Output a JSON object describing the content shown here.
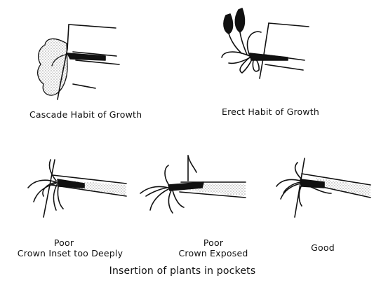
{
  "labels": {
    "cascade": "Cascade Habit of Growth",
    "erect": "Erect Habit of Growth",
    "poor1_line1": "Poor",
    "poor1_line2": "Crown Inset too Deeply",
    "poor2_line1": "Poor",
    "poor2_line2": "Crown Exposed",
    "good": "Good"
  },
  "title": "Insertion of plants in pockets",
  "colors": {
    "ink": "#111111",
    "background": "#ffffff"
  }
}
